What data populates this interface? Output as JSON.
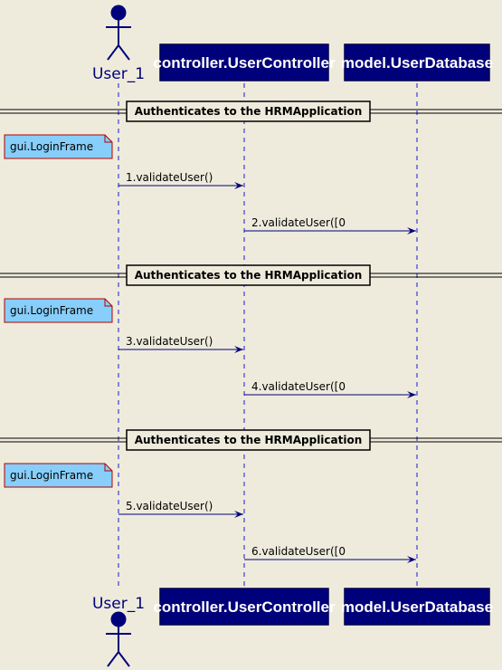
{
  "participants": [
    {
      "id": "user",
      "label": "User_1",
      "kind": "actor"
    },
    {
      "id": "controller",
      "label": "controller.UserController",
      "kind": "participant"
    },
    {
      "id": "database",
      "label": "model.UserDatabase",
      "kind": "participant"
    }
  ],
  "sections": [
    {
      "divider": "Authenticates to the HRMApplication",
      "note": "gui.LoginFrame",
      "messages": [
        {
          "label": "1.validateUser()",
          "from": "user",
          "to": "controller"
        },
        {
          "label": "2.validateUser([0",
          "from": "controller",
          "to": "database"
        }
      ]
    },
    {
      "divider": "Authenticates to the HRMApplication",
      "note": "gui.LoginFrame",
      "messages": [
        {
          "label": "3.validateUser()",
          "from": "user",
          "to": "controller"
        },
        {
          "label": "4.validateUser([0",
          "from": "controller",
          "to": "database"
        }
      ]
    },
    {
      "divider": "Authenticates to the HRMApplication",
      "note": "gui.LoginFrame",
      "messages": [
        {
          "label": "5.validateUser()",
          "from": "user",
          "to": "controller"
        },
        {
          "label": "6.validateUser([0",
          "from": "controller",
          "to": "database"
        }
      ]
    }
  ]
}
